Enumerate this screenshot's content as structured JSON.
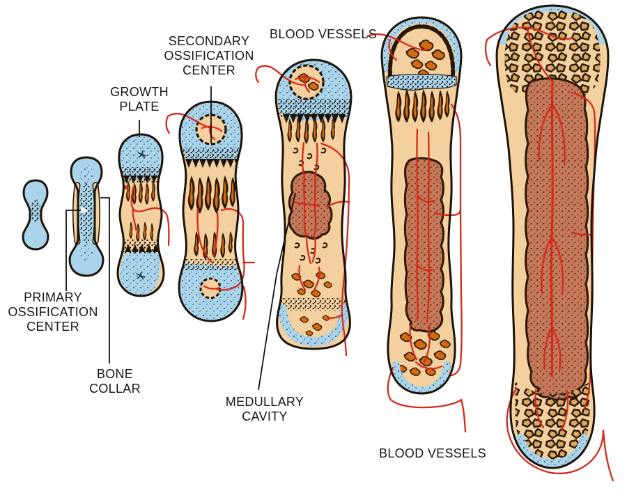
{
  "diagram": {
    "labels": {
      "secondary_ossification_center": "SECONDARY\nOSSIFICATION\nCENTER",
      "blood_vessels_top": "BLOOD VESSELS",
      "growth_plate": "GROWTH\nPLATE",
      "primary_ossification_center": "PRIMARY\nOSSIFICATION\nCENTER",
      "bone_collar": "BONE\nCOLLAR",
      "medullary_cavity": "MEDULLARY\nCAVITY",
      "blood_vessels_bottom": "BLOOD VESSELS"
    },
    "colors": {
      "background": "#ffffff",
      "cartilage_blue": "#a9d4ec",
      "bone_tan": "#f3d09e",
      "vessel_red": "#d6291a",
      "marrow_brown": "#c4795a",
      "trabeculae_orange": "#d26a12",
      "spongy_gold": "#d8a65c",
      "outline_dark": "#1c1208",
      "label_text": "#161616"
    }
  }
}
